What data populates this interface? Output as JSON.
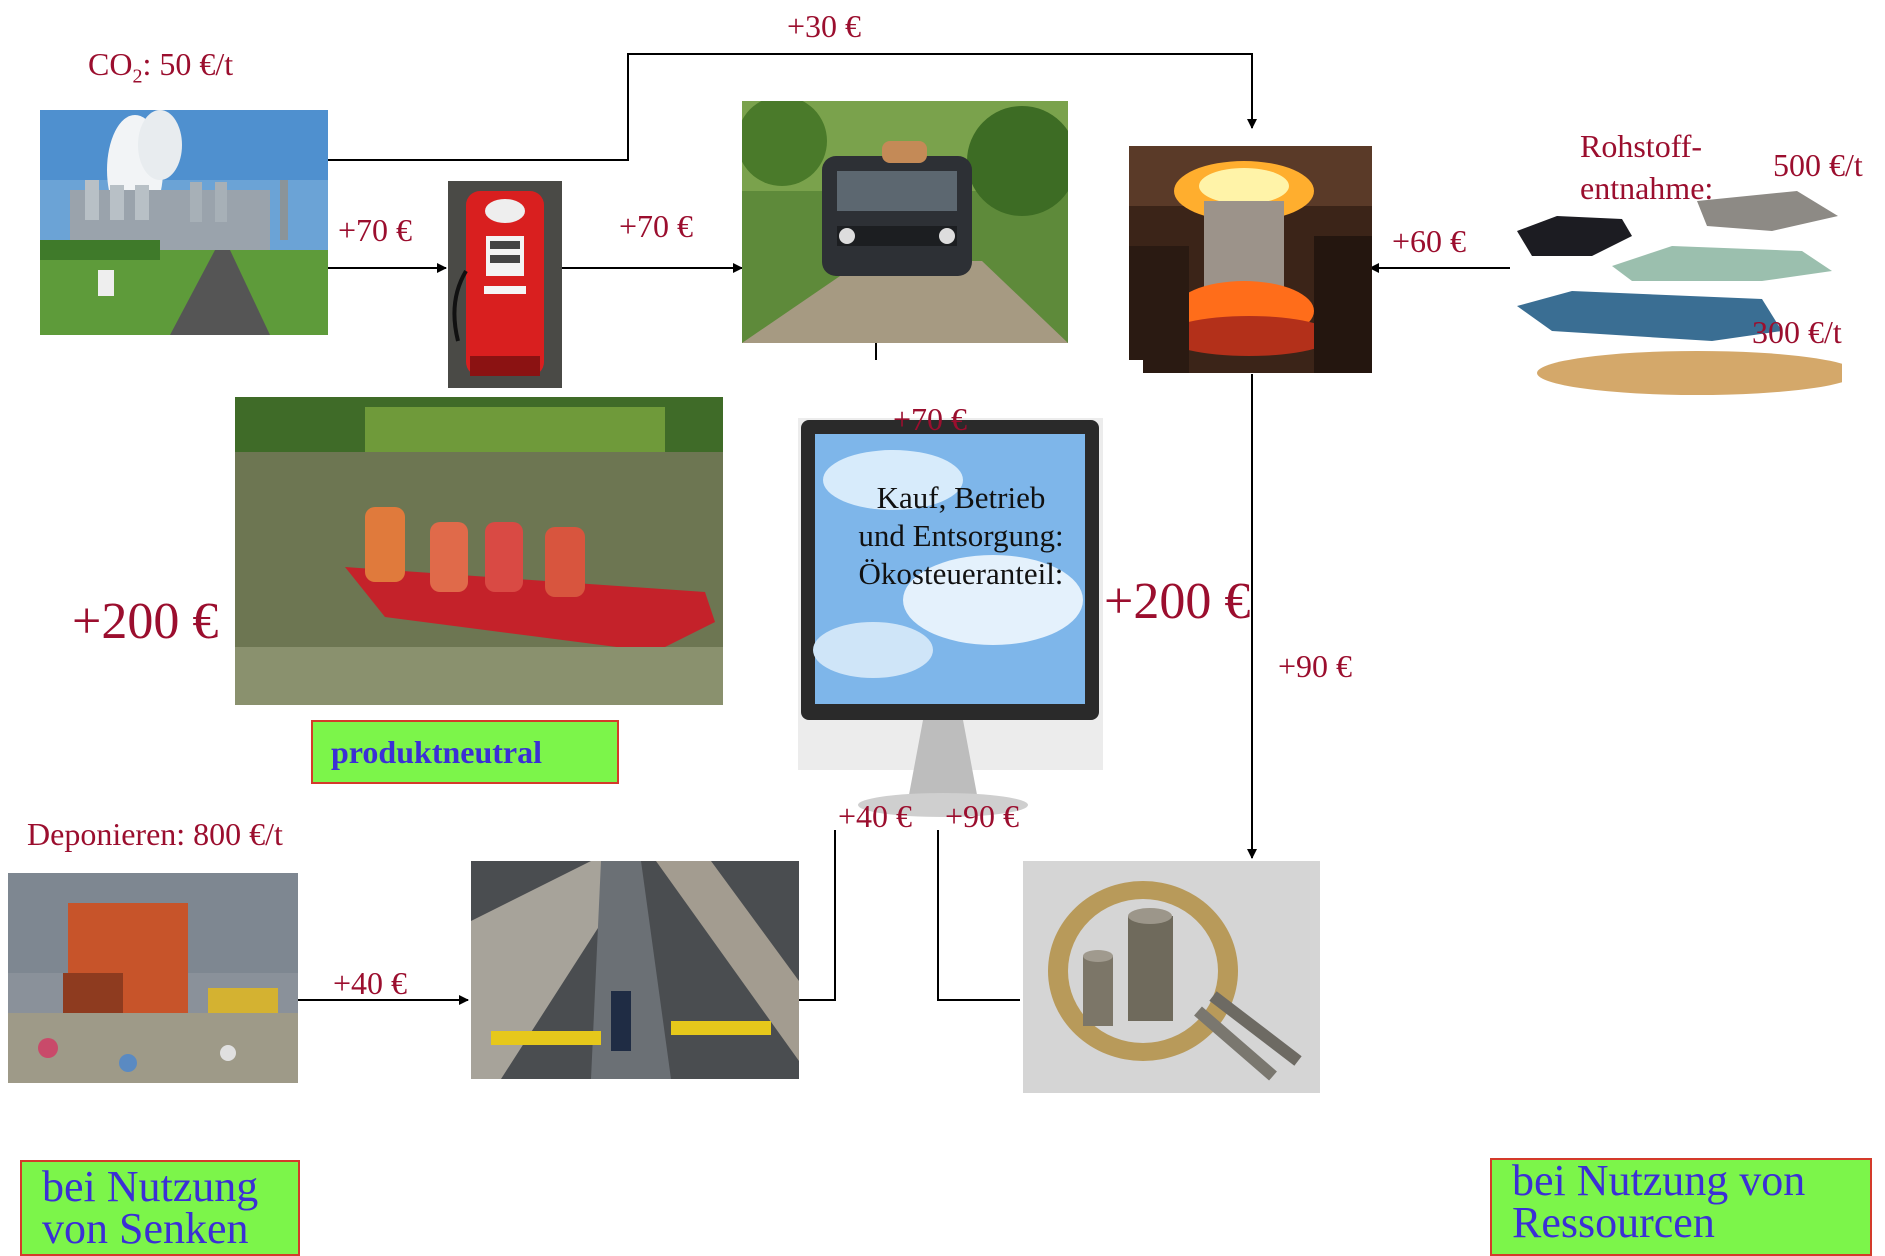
{
  "labels": {
    "co2": "CO",
    "co2_sub": "2",
    "co2_price": ": 50 €/t",
    "top_flow": "+30 €",
    "plant_to_pump": "+70 €",
    "pump_to_car": "+70 €",
    "car_to_monitor": "+70 €",
    "resources_to_smelter": "+60 €",
    "rohstoff_1": "Rohstoff-",
    "rohstoff_2": "entnahme:",
    "price_500": "500 €/t",
    "price_300": "300 €/t",
    "smelter_to_parts": "+90 €",
    "recycling_to_monitor": "+40 €",
    "parts_to_monitor": "+90 €",
    "landfill_to_recycling": "+40 €",
    "deponieren": "Deponieren: 800 €/t",
    "left_total": "+200 €",
    "monitor_total": "+200 €"
  },
  "monitor": {
    "line1": "Kauf, Betrieb",
    "line2": "und Entsorgung:",
    "line3": "Ökosteueranteil:"
  },
  "boxes": {
    "produktneutral": "produktneutral",
    "senken_line1": "bei Nutzung",
    "senken_line2": "von Senken",
    "ressourcen_line1": "bei Nutzung von",
    "ressourcen_line2": "Ressourcen"
  },
  "colors": {
    "label_red": "#9b0e2e",
    "box_green": "#7cf54a",
    "box_text_blue": "#3b2fd6",
    "box_border": "#d43a2a"
  }
}
